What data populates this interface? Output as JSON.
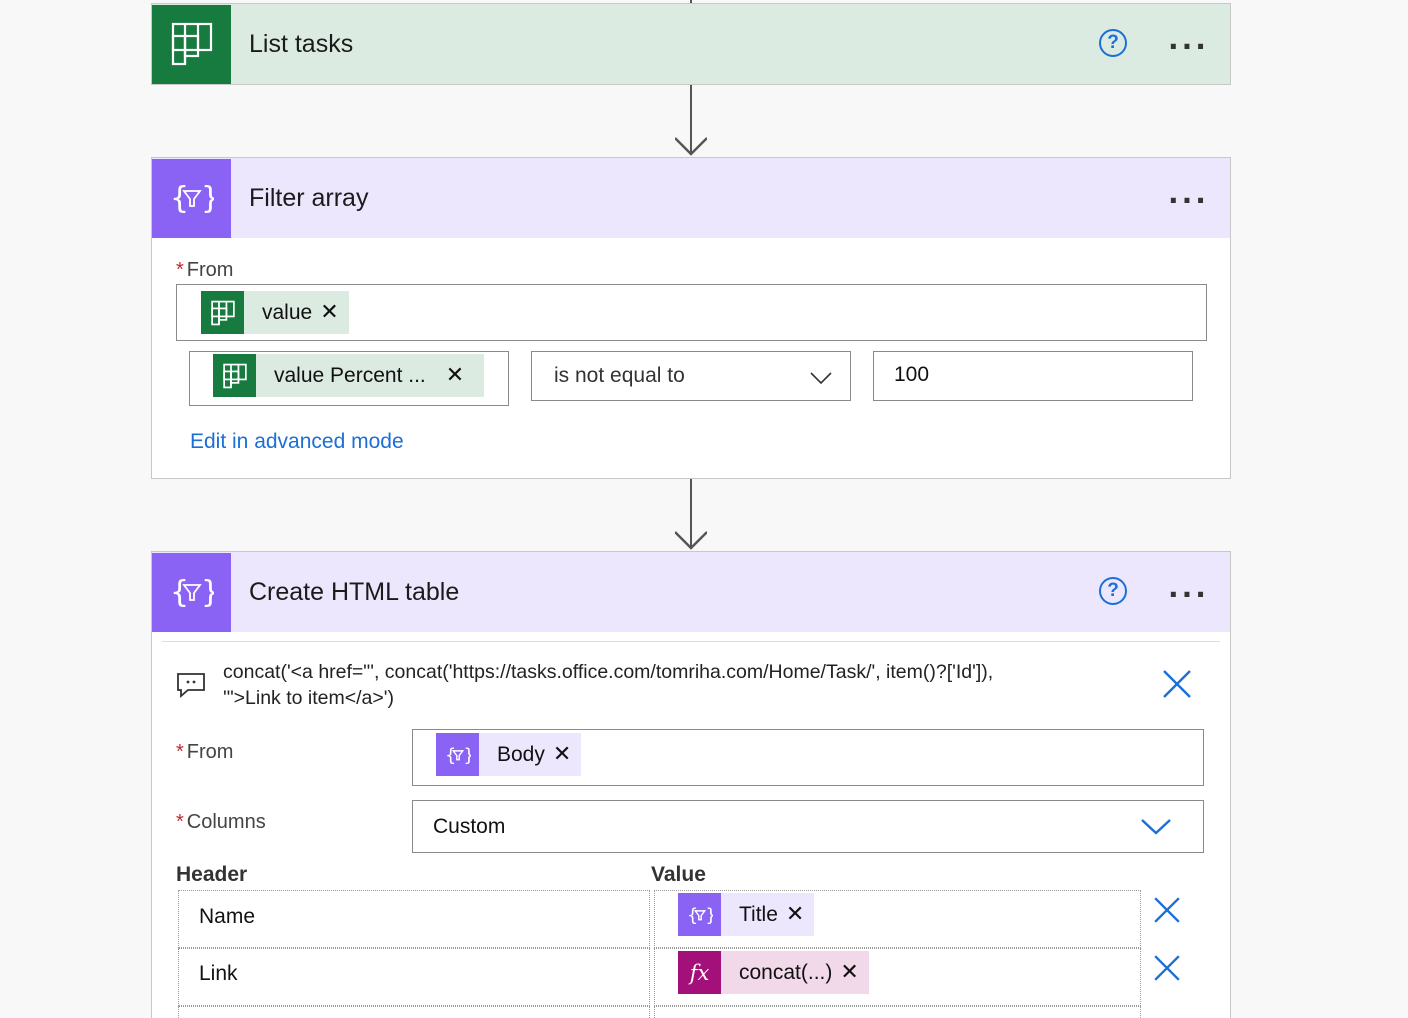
{
  "colors": {
    "planner_green": "#177b3f",
    "planner_bg": "#dcebe2",
    "dataop_purple": "#8a63f5",
    "dataop_bg": "#ece7fd",
    "expression_magenta": "#a4107a",
    "expression_bg": "#f1d9ea",
    "link_blue": "#1b6fd6"
  },
  "list_tasks": {
    "title": "List tasks",
    "icon": "planner-icon",
    "help": "?",
    "more": "..."
  },
  "filter_array": {
    "title": "Filter array",
    "icon": "filter-braces-icon",
    "more": "...",
    "from_label": "From",
    "required_mark": "*",
    "from_token": "value",
    "condition": {
      "left_token": "value Percent ...",
      "operator": "is not equal to",
      "right_value": "100"
    },
    "advanced_link": "Edit in advanced mode"
  },
  "create_html_table": {
    "title": "Create HTML table",
    "icon": "filter-braces-icon",
    "help": "?",
    "more": "...",
    "expression_line1": "concat('<a href=\"', concat('https://tasks.office.com/tomriha.com/Home/Task/', item()?['Id']),",
    "expression_line2": "'\">Link to item</a>')",
    "from_label": "From",
    "required_mark": "*",
    "from_token": "Body",
    "columns_label": "Columns",
    "columns_value": "Custom",
    "header_col": "Header",
    "value_col": "Value",
    "rows": [
      {
        "header": "Name",
        "value": "Title",
        "kind": "dataop"
      },
      {
        "header": "Link",
        "value": "concat(...)",
        "kind": "expression"
      }
    ]
  }
}
